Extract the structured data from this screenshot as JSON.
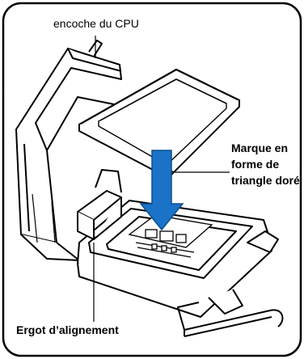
{
  "labels": {
    "cpu_notch": "encoche du CPU",
    "gold_triangle_line1": "Marque en",
    "gold_triangle_line2": "forme de",
    "gold_triangle_line3": "triangle doré",
    "alignment_key": "Ergot d’alignement"
  },
  "colors": {
    "frame": "#000000",
    "arrow": "#1a73c7",
    "background": "#ffffff"
  }
}
